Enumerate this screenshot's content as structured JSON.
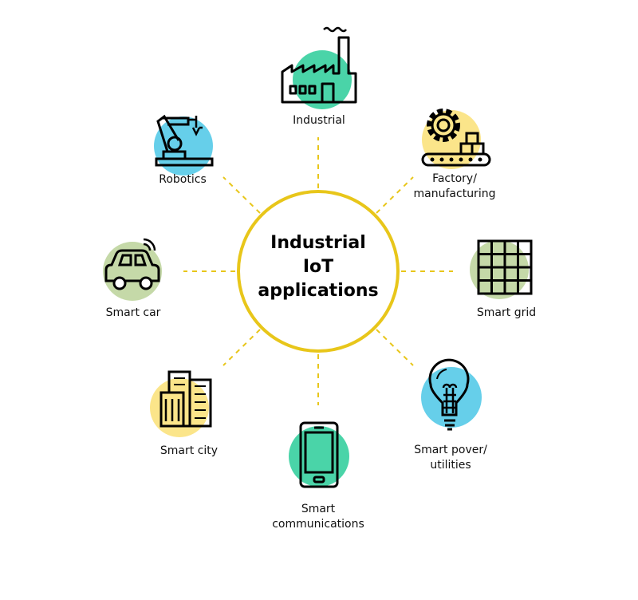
{
  "center": {
    "line1": "Industrial",
    "line2": "IoT",
    "line3": "applications"
  },
  "colors": {
    "ring": "#e8c61a",
    "green": "#4ad4a8",
    "blue": "#66cfea",
    "yellow": "#fbe58a",
    "sage": "#c5d9a8"
  },
  "items": [
    {
      "label": "Industrial",
      "icon": "factory-icon"
    },
    {
      "label": "Factory/",
      "label2": "manufacturing",
      "icon": "gear-conveyor-icon"
    },
    {
      "label": "Smart grid",
      "icon": "grid-icon"
    },
    {
      "label": "Smart pover/",
      "label2": "utilities",
      "icon": "lightbulb-icon"
    },
    {
      "label": "Smart",
      "label2": "communications",
      "icon": "smartphone-icon"
    },
    {
      "label": "Smart city",
      "icon": "buildings-icon"
    },
    {
      "label": "Smart car",
      "icon": "car-icon"
    },
    {
      "label": "Robotics",
      "icon": "robot-arm-icon"
    }
  ]
}
